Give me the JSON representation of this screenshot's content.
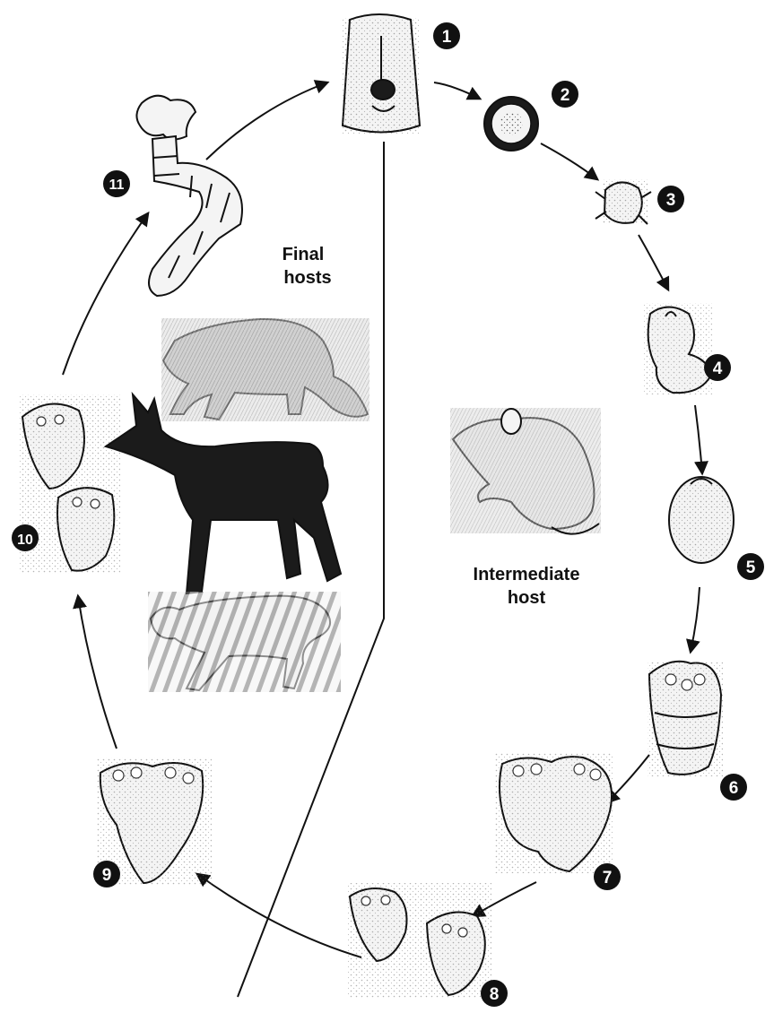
{
  "labels": {
    "final_hosts_line1": "Final",
    "final_hosts_line2": "hosts",
    "intermediate_host_line1": "Intermediate",
    "intermediate_host_line2": "host"
  },
  "stages": [
    "1",
    "2",
    "3",
    "4",
    "5",
    "6",
    "7",
    "8",
    "9",
    "10",
    "11"
  ],
  "colors": {
    "ink": "#111111",
    "paper": "#ffffff"
  }
}
